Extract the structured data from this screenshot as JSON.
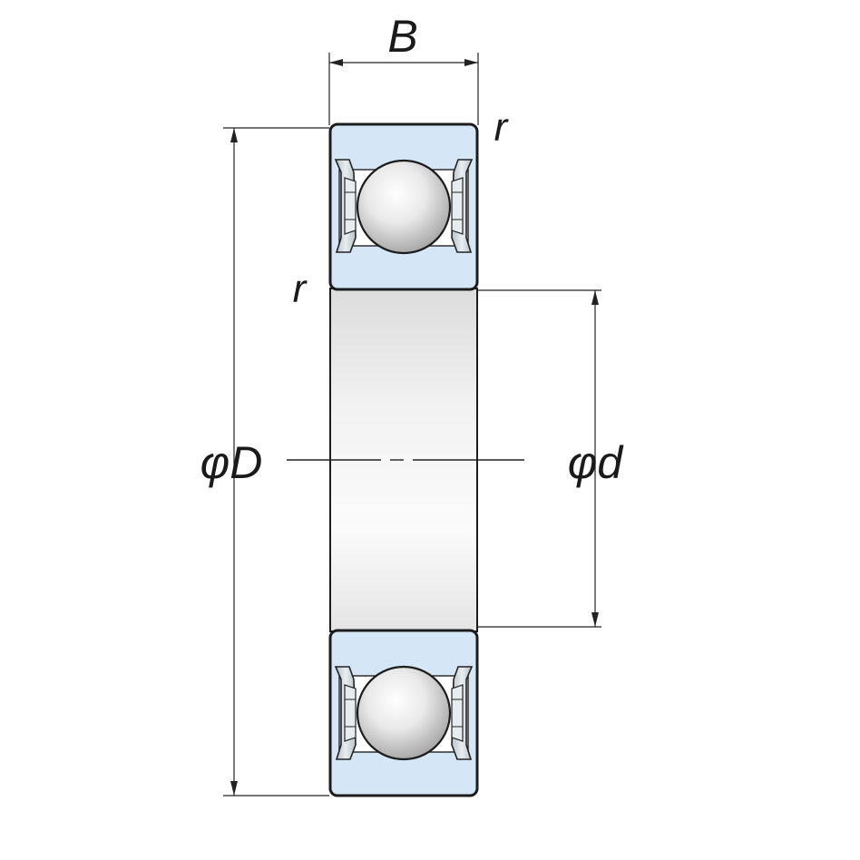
{
  "labels": {
    "width": "B",
    "radius_top": "r",
    "radius_left": "r",
    "outer_diameter": "φD",
    "inner_diameter": "φd"
  },
  "colors": {
    "ring_fill": "#d5e7f7",
    "bore_light": "#fafafa",
    "bore_shade": "#dedede",
    "outline": "#1c1c1c",
    "shield": "#cfd8df",
    "ball_highlight": "#ffffff",
    "ball_shade": "#a8a8a8"
  },
  "icons": [
    "ball-icon",
    "shield-icon"
  ]
}
